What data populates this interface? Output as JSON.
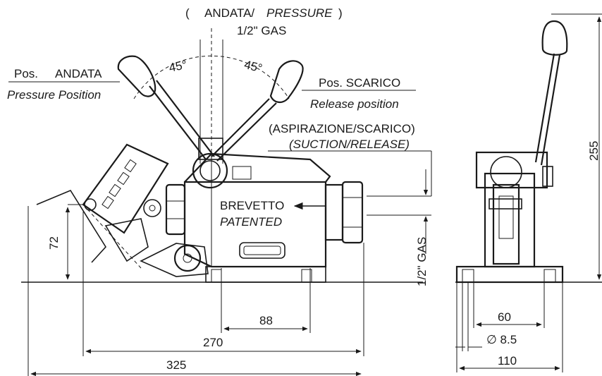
{
  "top_label": {
    "open_paren": "(",
    "andata": "ANDATA/",
    "pressure": "PRESSURE",
    "close_paren": ")",
    "gas": "1/2\" GAS"
  },
  "angles": {
    "left": "45°",
    "right": "45°"
  },
  "pressure_pos": {
    "prefix": "Pos.",
    "name": "ANDATA",
    "english": "Pressure Position"
  },
  "release_pos": {
    "label": "Pos. SCARICO",
    "english": "Release position"
  },
  "suction": {
    "label": "(ASPIRAZIONE/SCARICO)",
    "english": "(SUCTION/RELEASE)"
  },
  "patent": {
    "label": "BREVETTO",
    "english": "PATENTED"
  },
  "side_gas": "1/2\" GAS",
  "dimensions": {
    "d72": "72",
    "d88": "88",
    "d270": "270",
    "d325": "325",
    "d255": "255",
    "d60": "60",
    "d_hole": "∅ 8.5",
    "d110": "110"
  }
}
